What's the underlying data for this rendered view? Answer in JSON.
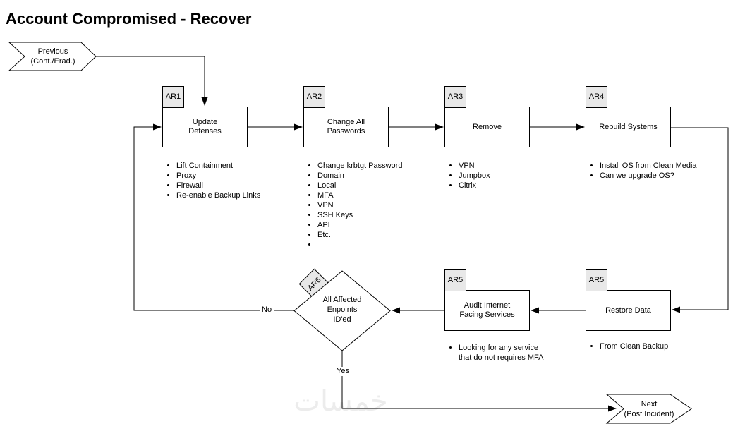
{
  "title": "Account Compromised - Recover",
  "watermark": "خمسات",
  "colors": {
    "tab_fill": "#e8e8e8",
    "line": "#000000",
    "node_fill": "#ffffff",
    "watermark": "#ececec"
  },
  "terminals": {
    "previous": {
      "title": "Previous",
      "subtitle": "(Cont./Erad.)"
    },
    "next": {
      "title": "Next",
      "subtitle": "(Post Incident)"
    }
  },
  "nodes": {
    "ar1": {
      "tag": "AR1",
      "label": "Update\nDefenses",
      "bullets": [
        "Lift Containment",
        "Proxy",
        "Firewall",
        "Re-enable Backup Links"
      ]
    },
    "ar2": {
      "tag": "AR2",
      "label": "Change All\nPasswords",
      "bullets": [
        "Change krbtgt Password",
        "Domain",
        "Local",
        "MFA",
        "VPN",
        "SSH Keys",
        "API",
        "Etc.",
        ""
      ]
    },
    "ar3": {
      "tag": "AR3",
      "label": "Remove",
      "bullets": [
        "VPN",
        "Jumpbox",
        "Citrix"
      ]
    },
    "ar4": {
      "tag": "AR4",
      "label": "Rebuild Systems",
      "bullets": [
        "Install OS from Clean Media",
        "Can we upgrade OS?"
      ]
    },
    "ar5_audit": {
      "tag": "AR5",
      "label": "Audit Internet\nFacing Services",
      "bullets": [
        "Looking for any service\nthat do not requires MFA"
      ]
    },
    "ar5_restore": {
      "tag": "AR5",
      "label": "Restore Data",
      "bullets": [
        "From Clean Backup"
      ]
    },
    "ar6": {
      "tag": "AR6",
      "label": "All Affected\nEnpoints\nID'ed"
    }
  },
  "edge_labels": {
    "no": "No",
    "yes": "Yes"
  }
}
